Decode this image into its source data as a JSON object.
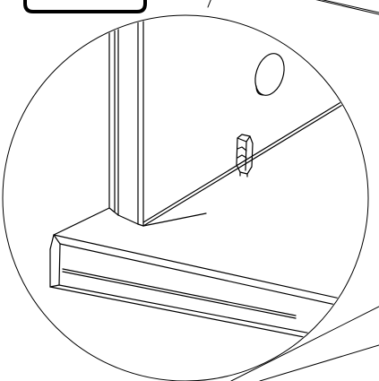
{
  "figure": {
    "kind": "assembly-detail-callout",
    "view": "magnified-detail",
    "colors": {
      "background": "#ffffff",
      "line": "#000000"
    },
    "parts": [
      {
        "name": "vertical-panel"
      },
      {
        "name": "bottom-panel"
      },
      {
        "name": "back-panel"
      },
      {
        "name": "predrilled-hole"
      },
      {
        "name": "connector-fitting"
      },
      {
        "name": "callout-label-frame"
      }
    ]
  }
}
